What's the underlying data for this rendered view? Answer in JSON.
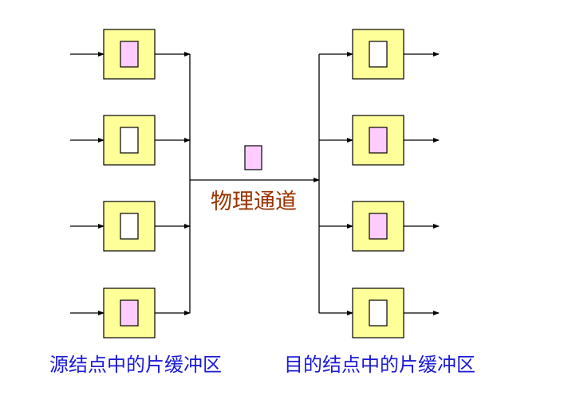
{
  "labels": {
    "channel": "物理通道",
    "source_caption": "源结点中的片缓冲区",
    "dest_caption": "目的结点中的片缓冲区"
  },
  "colors": {
    "node_fill": "#ffff99",
    "flit_filled": "#ffccff",
    "flit_empty": "#ffffff",
    "line": "#000000",
    "channel_label": "#993300",
    "caption": "#1a1ad6"
  },
  "source_buffers": [
    {
      "occupied": true
    },
    {
      "occupied": false
    },
    {
      "occupied": false
    },
    {
      "occupied": true
    }
  ],
  "dest_buffers": [
    {
      "occupied": false
    },
    {
      "occupied": true
    },
    {
      "occupied": true
    },
    {
      "occupied": false
    }
  ],
  "in_transit_flit": {
    "occupied": true
  }
}
